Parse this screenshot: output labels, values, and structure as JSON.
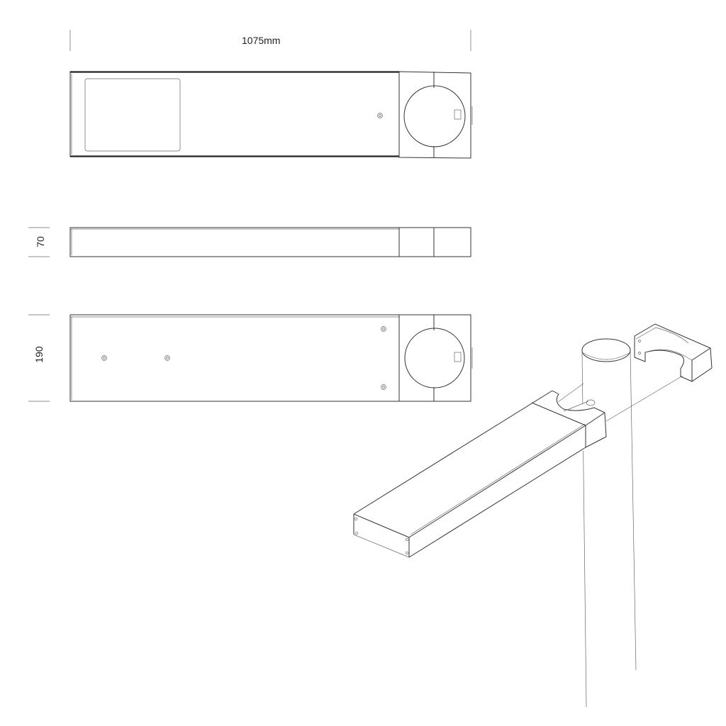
{
  "dimensions": {
    "length": "1075mm",
    "height": "70",
    "width": "190"
  },
  "views": [
    "top-view",
    "side-view",
    "bottom-view",
    "isometric-view"
  ]
}
